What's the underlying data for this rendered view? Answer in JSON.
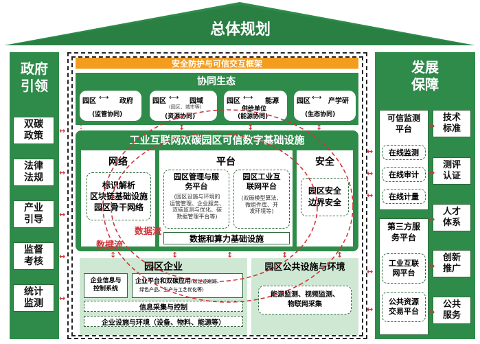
{
  "roof": {
    "title": "总体规划"
  },
  "left": {
    "title_lines": [
      "政府",
      "引领"
    ],
    "items": [
      {
        "lines": [
          "双碳",
          "政策"
        ]
      },
      {
        "lines": [
          "法律",
          "法规"
        ]
      },
      {
        "lines": [
          "产业",
          "引导"
        ]
      },
      {
        "lines": [
          "监督",
          "考核"
        ]
      },
      {
        "lines": [
          "统计",
          "监测"
        ]
      }
    ]
  },
  "right": {
    "title_lines": [
      "发展",
      "保障"
    ],
    "trust_monitor": {
      "title_lines": [
        "可信监测",
        "平台"
      ],
      "items": [
        "在线监测",
        "在线审计",
        "在线计量"
      ]
    },
    "third_party": {
      "title_lines": [
        "第三方服",
        "务平台"
      ],
      "items": [
        {
          "lines": [
            "工业互联",
            "网平台"
          ]
        },
        {
          "lines": [
            "公共资源",
            "交易平台"
          ]
        }
      ]
    },
    "items": [
      {
        "lines": [
          "技术",
          "标准"
        ]
      },
      {
        "lines": [
          "测评",
          "认证"
        ]
      },
      {
        "lines": [
          "人才",
          "体系"
        ]
      },
      {
        "lines": [
          "创新",
          "推广"
        ]
      },
      {
        "lines": [
          "公共",
          "服务"
        ]
      }
    ]
  },
  "center": {
    "security_bar": "安全防护与可信交互框架",
    "collab": {
      "title": "协同生态",
      "items": [
        {
          "left": "园区",
          "right": "政府",
          "sub": "(监管协同)",
          "note": ""
        },
        {
          "left": "园区",
          "right": "园域",
          "sub": "(资源协同)",
          "note": "(园区、城市等)"
        },
        {
          "left": "园区",
          "right": "能源",
          "sub": "(能源协同)",
          "note": "供给单位"
        },
        {
          "left": "园区",
          "right": "产学研",
          "sub": "(生态协同)",
          "note": ""
        }
      ]
    },
    "infra": {
      "title": "工业互联网双碳园区可信数字基础设施",
      "network": {
        "title": "网络",
        "lines": [
          "标识解析",
          "区块链基础设施",
          "园区骨干网络"
        ]
      },
      "platform": {
        "title": "平台",
        "mgmt": {
          "title_lines": [
            "园区管理与服",
            "务平台"
          ],
          "desc_lines": [
            "(园区设施与环境的",
            "运营管理、企业服务、",
            "双碳监测与优化、碳",
            "数据管理平台等)"
          ]
        },
        "iiot": {
          "title_lines": [
            "园区工业互",
            "联网平台"
          ],
          "desc_lines": [
            "(双碳模型算法、",
            "微组件库、开",
            "发环境等)"
          ]
        },
        "base": "数据和算力基础设施"
      },
      "safety": {
        "title": "安全",
        "lines": [
          "园区安全",
          "边界安全"
        ]
      }
    },
    "dataflow": "数据流",
    "enterprise": {
      "title": "园区企业",
      "info_lines": [
        "企业信息与",
        "控制系统"
      ],
      "platform_title": "企业平台和双碳应用",
      "platform_note": "(碳足迹跟踪、",
      "platform_note2": "绿色产品、生产与工艺优化等)",
      "collect": "信息采集与控制",
      "facilities": "企业设施与环境（设备、物料、能源等）"
    },
    "public": {
      "title": "园区公共设施与环境",
      "lines": [
        "能源监测、视频监测、",
        "物联网采集"
      ]
    }
  }
}
